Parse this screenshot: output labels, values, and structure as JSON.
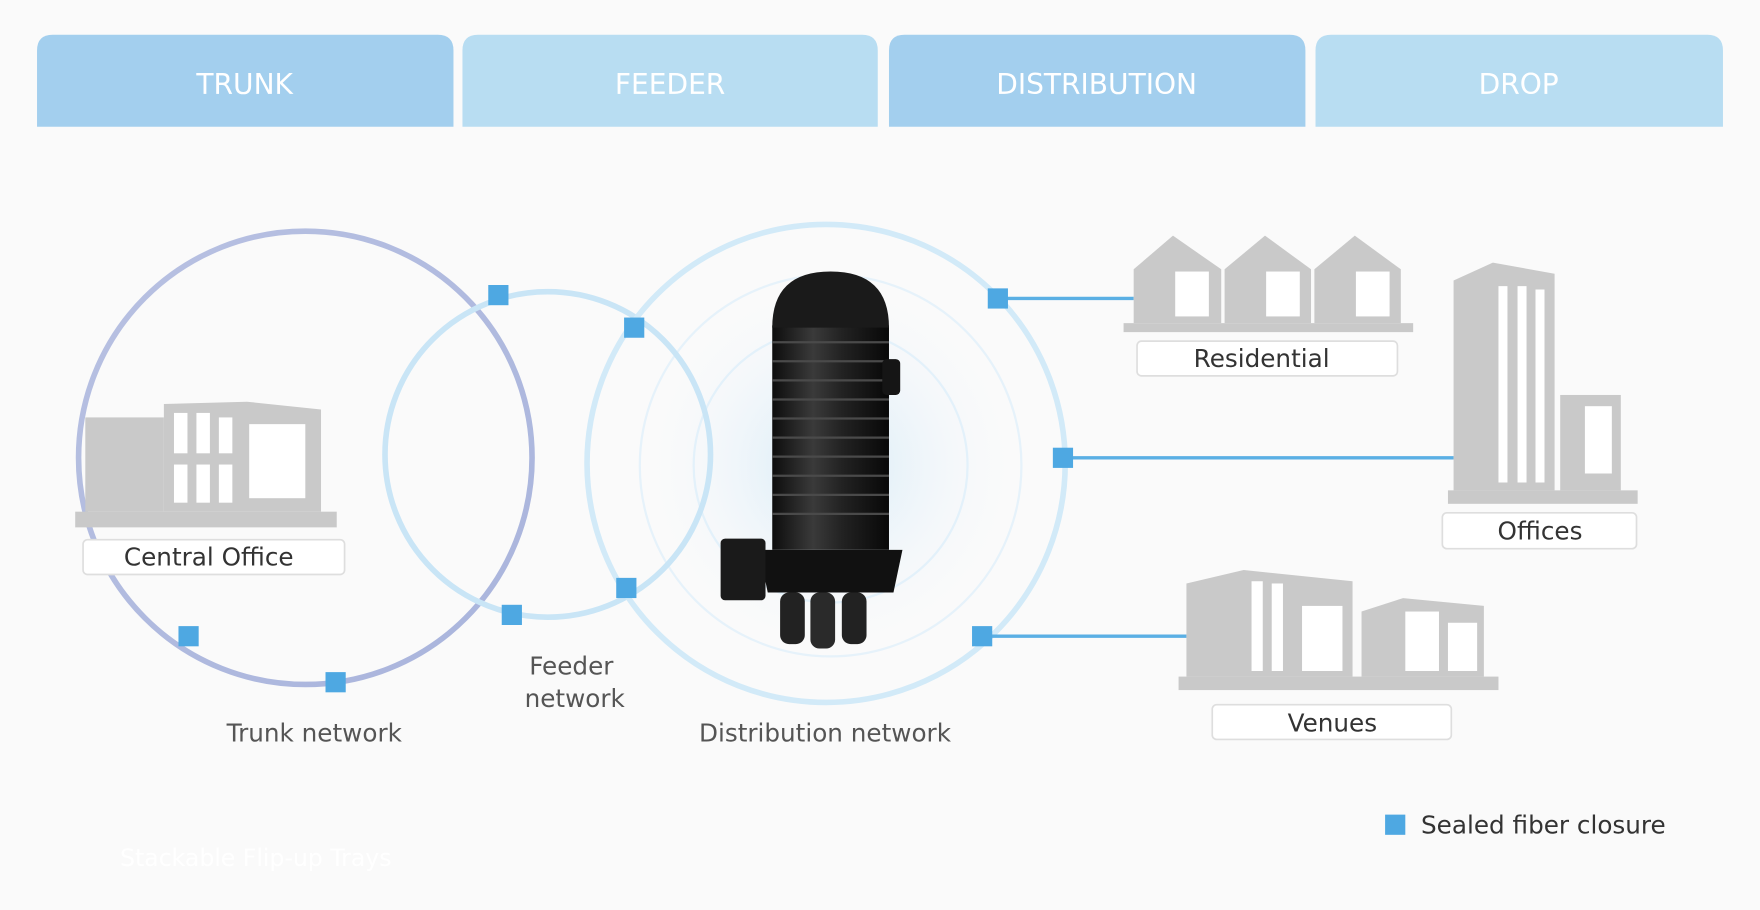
{
  "tabs": [
    {
      "label": "TRUNK",
      "color": "#a3cfee"
    },
    {
      "label": "FEEDER",
      "color": "#b8ddf2"
    },
    {
      "label": "DISTRIBUTION",
      "color": "#a3cfee"
    },
    {
      "label": "DROP",
      "color": "#b8ddf2"
    }
  ],
  "nodes": {
    "central_office": "Central Office",
    "residential": "Residential",
    "offices": "Offices",
    "venues": "Venues"
  },
  "networks": {
    "trunk": "Trunk network",
    "feeder_line1": "Feeder",
    "feeder_line2": "network",
    "distribution": "Distribution network"
  },
  "legend": {
    "label": "Sealed fiber closure",
    "color": "#4ea8e2"
  },
  "caption": "Stackable Flip-up Trays",
  "colors": {
    "trunk_ring": "#b3bde0",
    "feeder_ring": "#c9e5f6",
    "distribution_ring": "#d2eaf8",
    "building": "#c9c9c9",
    "closure": "#1e1e1e"
  }
}
